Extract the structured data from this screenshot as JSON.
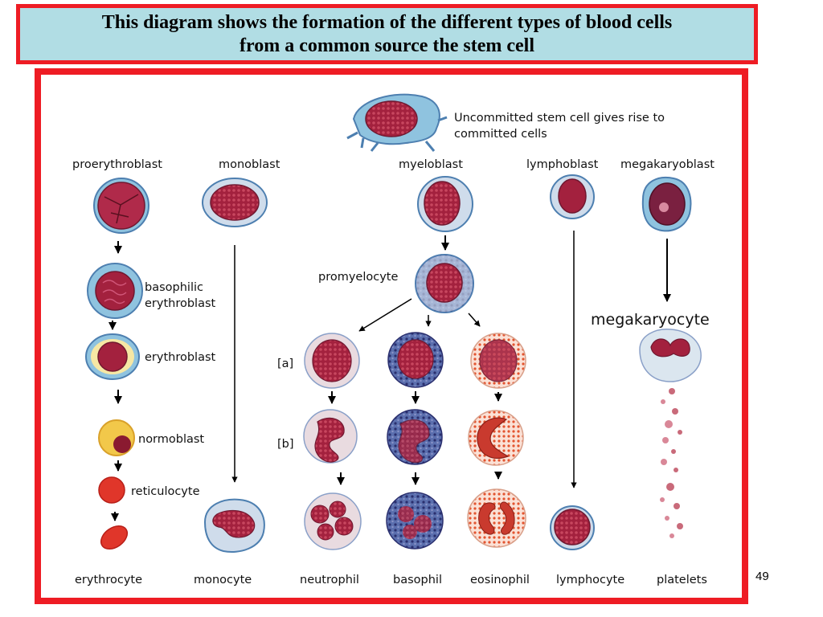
{
  "header": {
    "title_line1": "This diagram shows the formation of the different types of blood cells",
    "title_line2": "from a common source the stem cell"
  },
  "diagram": {
    "stem_caption_line1": "Uncommitted stem cell gives rise to",
    "stem_caption_line2": "committed cells",
    "precursors": {
      "proerythroblast": "proerythroblast",
      "monoblast": "monoblast",
      "myeloblast": "myeloblast",
      "lymphoblast": "lymphoblast",
      "megakaryoblast": "megakaryoblast"
    },
    "intermediates": {
      "basophilic_line1": "basophilic",
      "basophilic_line2": "erythroblast",
      "erythroblast": "erythroblast",
      "normoblast": "normoblast",
      "reticulocyte": "reticulocyte",
      "promyelocyte": "promyelocyte",
      "megakaryocyte": "megakaryocyte",
      "stage_a": "[a]",
      "stage_b": "[b]"
    },
    "mature": {
      "erythrocyte": "erythrocyte",
      "monocyte": "monocyte",
      "neutrophil": "neutrophil",
      "basophil": "basophil",
      "eosinophil": "eosinophil",
      "lymphocyte": "lymphocyte",
      "platelets": "platelets"
    }
  },
  "slide_number": "49"
}
